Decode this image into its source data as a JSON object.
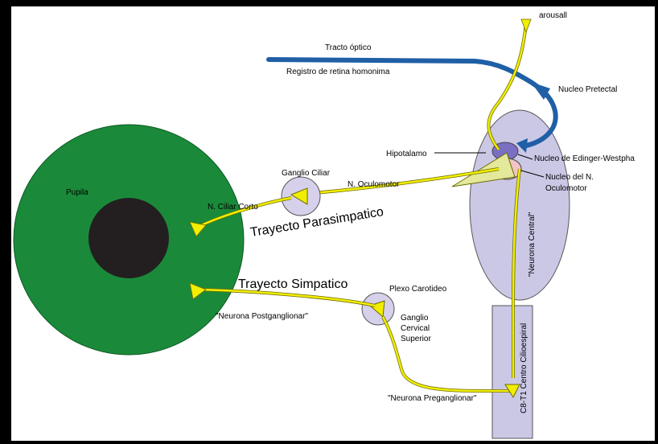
{
  "colors": {
    "background": "#ffffff",
    "frame": "#000000",
    "eye": "#1a8a3a",
    "pupil": "#231f20",
    "neuron": "#f2ee00",
    "neuron_outline": "#6b6b00",
    "optic_tract": "#1f5fa6",
    "ganglion": "#d6d0ea",
    "brainstem": "#cbc8e6",
    "edinger_nucleus": "#7b6fc4",
    "oculomotor_nucleus": "#f2c4c8",
    "spinal_column": "#cbc8e6"
  },
  "labels": {
    "arousal": "arousall",
    "optic_tract": "Tracto óptico",
    "retina_record": "Registro de retina homonima",
    "pretectal": "Nucleo Pretectal",
    "hypothalamus": "Hipotalamo",
    "edinger": "Nucleo de Edinger-Westpha",
    "oculomotor_nucleus_1": "Nucleo del N.",
    "oculomotor_nucleus_2": "Oculomotor",
    "ciliary_ganglion": "Ganglio Ciliar",
    "oculomotor_nerve": "N. Oculomotor",
    "pupil": "Pupila",
    "short_ciliary": "N. Ciliar Corto",
    "parasympathetic": "Trayecto Parasimpatico",
    "central_neuron": "\"Neurona Central\"",
    "sympathetic": "Trayecto Simpatico",
    "carotid_plexus": "Plexo Carotideo",
    "postganglionic": "\"Neurona Postganglionar\"",
    "cervical_1": "Ganglio",
    "cervical_2": "Cervical",
    "cervical_3": "Superior",
    "ciliospinal": "C8-T1 Centro Cilioespiral",
    "preganglionic": "\"Neurona Preganglionar\""
  }
}
